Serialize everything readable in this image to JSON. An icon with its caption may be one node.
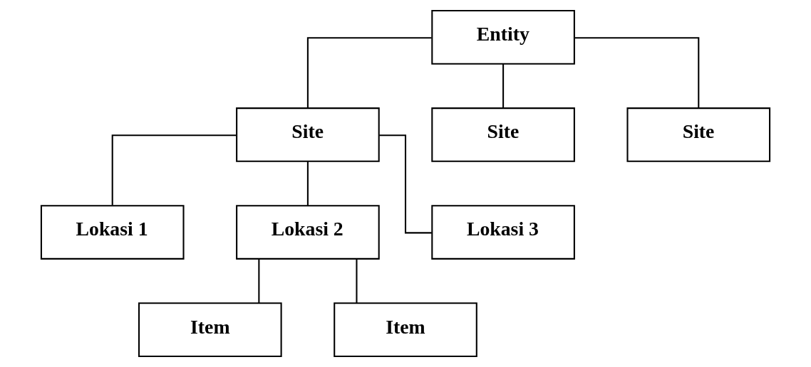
{
  "diagram": {
    "nodes": [
      {
        "text": [
          "Entity"
        ]
      },
      {
        "text": [
          "Site"
        ]
      },
      {
        "text": [
          "Site"
        ]
      },
      {
        "text": [
          "Site"
        ]
      },
      {
        "text": [
          "Lokasi 1"
        ]
      },
      {
        "text": [
          "Lokasi 2"
        ]
      },
      {
        "text": [
          "Lokasi 3"
        ]
      },
      {
        "text": [
          "Item"
        ]
      },
      {
        "text": [
          "Item"
        ]
      }
    ],
    "edges": [
      {
        "from": 0,
        "to": 1,
        "arrow": "none"
      },
      {
        "from": 0,
        "to": 2,
        "arrow": "none"
      },
      {
        "from": 0,
        "to": 3,
        "arrow": "none"
      },
      {
        "from": 1,
        "to": 4,
        "arrow": "none"
      },
      {
        "from": 1,
        "to": 5,
        "arrow": "none"
      },
      {
        "from": 1,
        "to": 6,
        "arrow": "none"
      },
      {
        "from": 5,
        "to": 7,
        "arrow": "none"
      },
      {
        "from": 5,
        "to": 8,
        "arrow": "none"
      }
    ]
  }
}
